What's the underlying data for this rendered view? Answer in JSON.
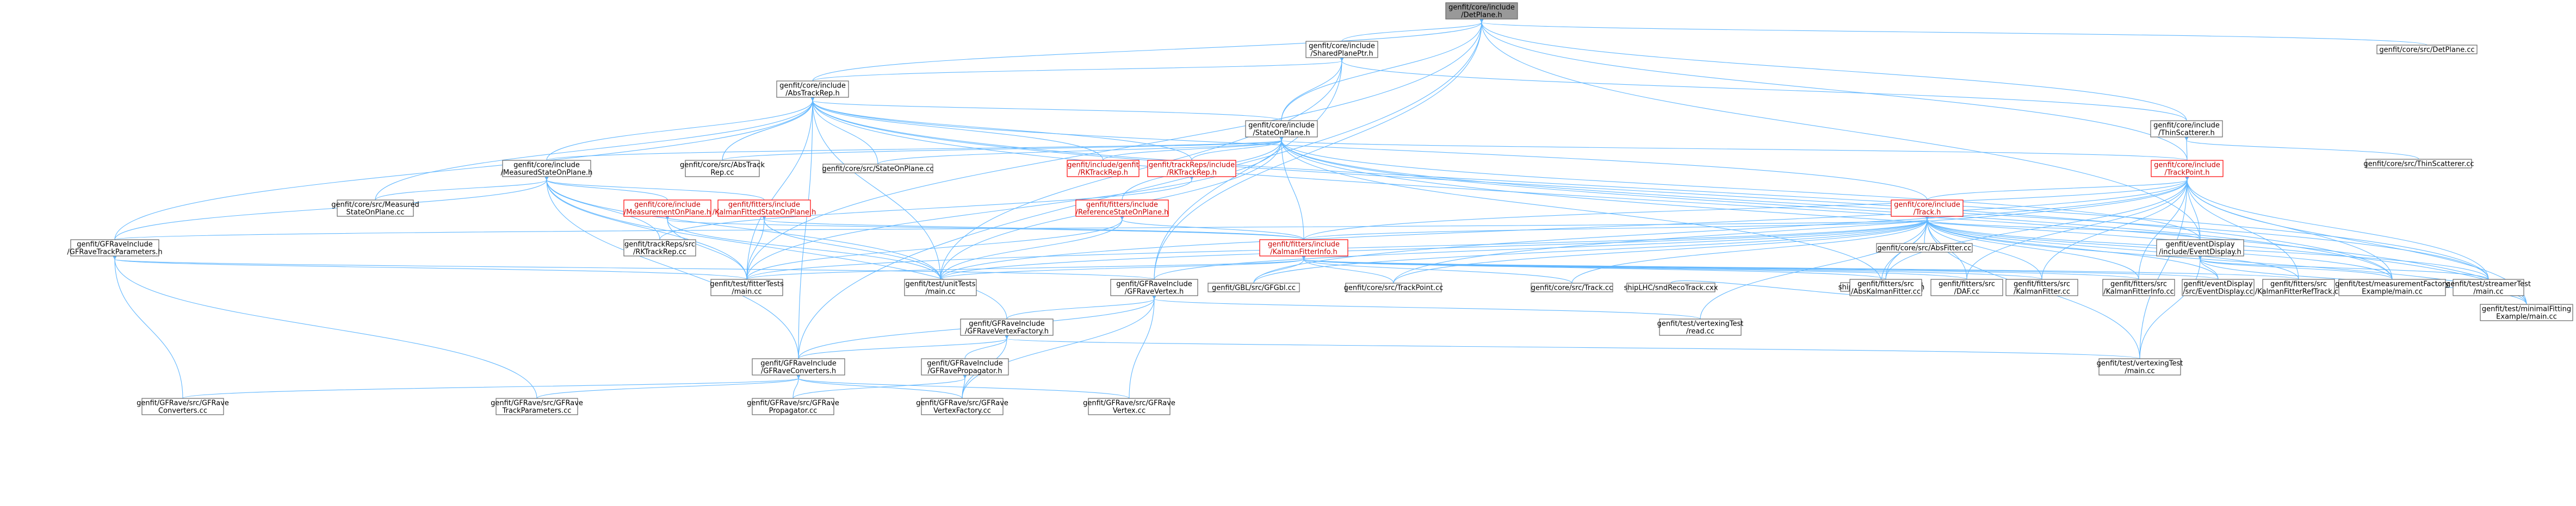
{
  "title": "genfit/core/include/DetPlane.h",
  "colors": {
    "edge": "#63b8ff",
    "root_fill": "#999999",
    "node_fill": "#ffffff",
    "node_border": "#666666",
    "incomplete_border": "#ff0000"
  },
  "nodes": [
    {
      "id": "detplane",
      "lines": [
        "genfit/core/include",
        "/DetPlane.h"
      ],
      "style": "root"
    },
    {
      "id": "sharedplaneptr",
      "lines": [
        "genfit/core/include",
        "/SharedPlanePtr.h"
      ]
    },
    {
      "id": "detplane_cc",
      "lines": [
        "genfit/core/src/DetPlane.cc"
      ]
    },
    {
      "id": "abstrackrep",
      "lines": [
        "genfit/core/include",
        "/AbsTrackRep.h"
      ]
    },
    {
      "id": "stateonplane",
      "lines": [
        "genfit/core/include",
        "/StateOnPlane.h"
      ]
    },
    {
      "id": "thinscatterer_h",
      "lines": [
        "genfit/core/include",
        "/ThinScatterer.h"
      ]
    },
    {
      "id": "thinscatterer_cc",
      "lines": [
        "genfit/core/src/ThinScatterer.cc"
      ]
    },
    {
      "id": "trackpoint_h",
      "lines": [
        "genfit/core/include",
        "/TrackPoint.h"
      ],
      "style": "red"
    },
    {
      "id": "measuredstate",
      "lines": [
        "genfit/core/include",
        "/MeasuredStateOnPlane.h"
      ]
    },
    {
      "id": "abstrackrep_cc",
      "lines": [
        "genfit/core/src/AbsTrack",
        "Rep.cc"
      ]
    },
    {
      "id": "stateonplane_cc",
      "lines": [
        "genfit/core/src/StateOnPlane.cc"
      ]
    },
    {
      "id": "rktrackrep_genfit",
      "lines": [
        "genfit/include/genfit",
        "/RKTrackRep.h"
      ],
      "style": "red"
    },
    {
      "id": "rktrackrep_reps",
      "lines": [
        "genfit/trackReps/include",
        "/RKTrackRep.h"
      ],
      "style": "red"
    },
    {
      "id": "track_h",
      "lines": [
        "genfit/core/include",
        "/Track.h"
      ],
      "style": "red"
    },
    {
      "id": "measuredstate_cc",
      "lines": [
        "genfit/core/src/Measured",
        "StateOnPlane.cc"
      ]
    },
    {
      "id": "measurementonplane",
      "lines": [
        "genfit/core/include",
        "/MeasurementOnPlane.h"
      ],
      "style": "red"
    },
    {
      "id": "kalmanfitted",
      "lines": [
        "genfit/fitters/include",
        "/KalmanFittedStateOnPlane.h"
      ],
      "style": "red"
    },
    {
      "id": "referencestate",
      "lines": [
        "genfit/fitters/include",
        "/ReferenceStateOnPlane.h"
      ],
      "style": "red"
    },
    {
      "id": "gfravetrackparams_h",
      "lines": [
        "genfit/GFRaveInclude",
        "/GFRaveTrackParameters.h"
      ]
    },
    {
      "id": "rktrackrep_cc",
      "lines": [
        "genfit/trackReps/src",
        "/RKTrackRep.cc"
      ]
    },
    {
      "id": "kalmanfitterinfo_h",
      "lines": [
        "genfit/fitters/include",
        "/KalmanFitterInfo.h"
      ],
      "style": "red"
    },
    {
      "id": "absfitter_cc",
      "lines": [
        "genfit/core/src/AbsFitter.cc"
      ]
    },
    {
      "id": "shiplhc_h",
      "lines": [
        "shipLHC/sndRecoTrack.h"
      ]
    },
    {
      "id": "eventdisplay_h",
      "lines": [
        "genfit/eventDisplay",
        "/include/EventDisplay.h"
      ]
    },
    {
      "id": "fittests",
      "lines": [
        "genfit/test/fitterTests",
        "/main.cc"
      ]
    },
    {
      "id": "unittests",
      "lines": [
        "genfit/test/unitTests",
        "/main.cc"
      ]
    },
    {
      "id": "gbl_cc",
      "lines": [
        "genfit/GBL/src/GFGbl.cc"
      ]
    },
    {
      "id": "gfravevertex_h",
      "lines": [
        "genfit/GFRaveInclude",
        "/GFRaveVertex.h"
      ]
    },
    {
      "id": "trackpoint_cc",
      "lines": [
        "genfit/core/src/TrackPoint.cc"
      ]
    },
    {
      "id": "track_cc",
      "lines": [
        "genfit/core/src/Track.cc"
      ]
    },
    {
      "id": "shiplhc_cxx",
      "lines": [
        "shipLHC/sndRecoTrack.cxx"
      ]
    },
    {
      "id": "abskalman_cc",
      "lines": [
        "genfit/fitters/src",
        "/AbsKalmanFitter.cc"
      ]
    },
    {
      "id": "daf_cc",
      "lines": [
        "genfit/fitters/src",
        "/DAF.cc"
      ]
    },
    {
      "id": "kalmanfitter_cc",
      "lines": [
        "genfit/fitters/src",
        "/KalmanFitter.cc"
      ]
    },
    {
      "id": "kalmanfitterinfo_cc",
      "lines": [
        "genfit/fitters/src",
        "/KalmanFitterInfo.cc"
      ]
    },
    {
      "id": "kalmanrefftrack_cc",
      "lines": [
        "genfit/fitters/src",
        "/KalmanFitterRefTrack.cc"
      ]
    },
    {
      "id": "eventdisplay_cc",
      "lines": [
        "genfit/eventDisplay",
        "/src/EventDisplay.cc"
      ]
    },
    {
      "id": "measfactory",
      "lines": [
        "genfit/test/measurementFactory",
        "Example/main.cc"
      ]
    },
    {
      "id": "streamertest",
      "lines": [
        "genfit/test/streamerTest",
        "/main.cc"
      ]
    },
    {
      "id": "minimalfit",
      "lines": [
        "genfit/test/minimalFitting",
        "Example/main.cc"
      ]
    },
    {
      "id": "vertexfactory_h",
      "lines": [
        "genfit/GFRaveInclude",
        "/GFRaveVertexFactory.h"
      ]
    },
    {
      "id": "vertexingread",
      "lines": [
        "genfit/test/vertexingTest",
        "/read.cc"
      ]
    },
    {
      "id": "converters_h",
      "lines": [
        "genfit/GFRaveInclude",
        "/GFRaveConverters.h"
      ]
    },
    {
      "id": "propagator_h",
      "lines": [
        "genfit/GFRaveInclude",
        "/GFRavePropagator.h"
      ]
    },
    {
      "id": "vertexingmain",
      "lines": [
        "genfit/test/vertexingTest",
        "/main.cc"
      ]
    },
    {
      "id": "converters_cc",
      "lines": [
        "genfit/GFRave/src/GFRave",
        "Converters.cc"
      ]
    },
    {
      "id": "trackparams_cc",
      "lines": [
        "genfit/GFRave/src/GFRave",
        "TrackParameters.cc"
      ]
    },
    {
      "id": "propagator_cc",
      "lines": [
        "genfit/GFRave/src/GFRave",
        "Propagator.cc"
      ]
    },
    {
      "id": "vertexfactory_cc",
      "lines": [
        "genfit/GFRave/src/GFRave",
        "VertexFactory.cc"
      ]
    },
    {
      "id": "vertex_cc",
      "lines": [
        "genfit/GFRave/src/GFRave",
        "Vertex.cc"
      ]
    }
  ]
}
